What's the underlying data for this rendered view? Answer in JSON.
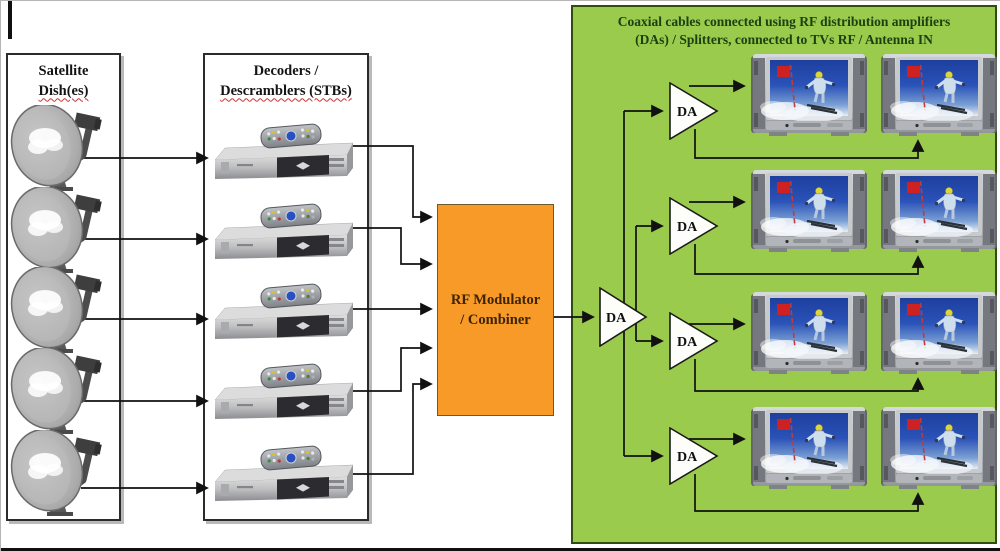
{
  "satellite_box": {
    "title_line1": "Satellite",
    "title_line2": "Dish(es)"
  },
  "decoder_box": {
    "title_line1": "Decoders /",
    "title_line2": "Descramblers (STBs)"
  },
  "rf_modulator": {
    "title_line1": "RF Modulator",
    "title_line2": "/ Combiner"
  },
  "green_panel": {
    "title_line1": "Coaxial cables connected using RF distribution amplifiers",
    "title_line2": "(DAs) / Splitters, connected to TVs RF / Antenna IN",
    "da_label": "DA"
  },
  "colors": {
    "panel_green": "#9BCB4C",
    "panel_border": "#2F4D0E",
    "panel_title_text": "#1C4011",
    "rf_orange": "#F79A28",
    "rf_text": "#3D2404",
    "connector_line": "#111111",
    "flag_red": "#CE2121"
  }
}
